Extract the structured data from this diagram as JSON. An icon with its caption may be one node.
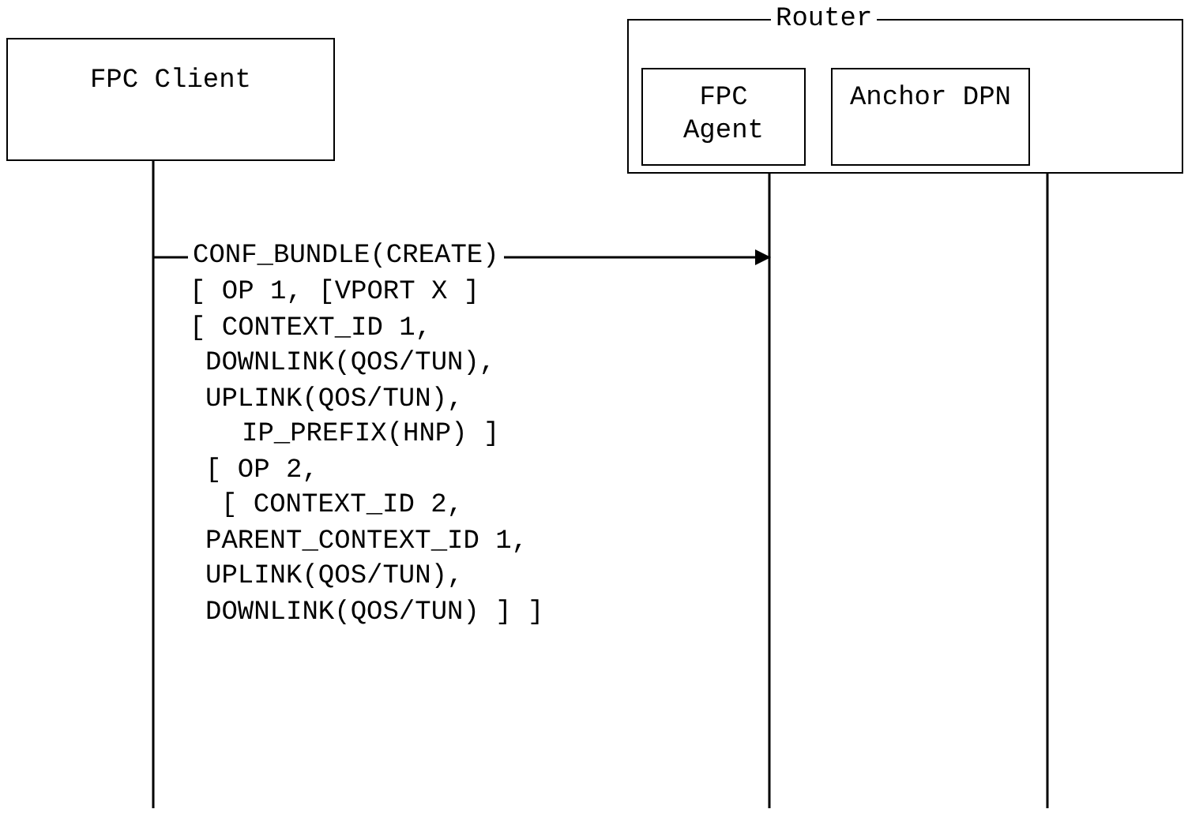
{
  "diagram": {
    "nodes": [
      {
        "text": [
          "Router"
        ]
      },
      {
        "text": [
          "FPC Client"
        ]
      },
      {
        "text": [
          "FPC Agent"
        ],
        "in": 0
      },
      {
        "text": [
          "Anchor DPN"
        ],
        "in": 0
      }
    ],
    "edges": [
      {
        "from": 1,
        "to": 2,
        "arrow": "to",
        "label": "CONF_BUNDLE(CREATE)"
      }
    ],
    "labels": [
      "[ OP 1, [VPORT X ]",
      "[ CONTEXT_ID 1,",
      "DOWNLINK(QOS/TUN),",
      "UPLINK(QOS/TUN),",
      "IP_PREFIX(HNP) ]",
      "[ OP 2,",
      "[ CONTEXT_ID 2,",
      "PARENT_CONTEXT_ID 1,",
      "UPLINK(QOS/TUN),",
      "DOWNLINK(QOS/TUN) ] ]"
    ]
  }
}
